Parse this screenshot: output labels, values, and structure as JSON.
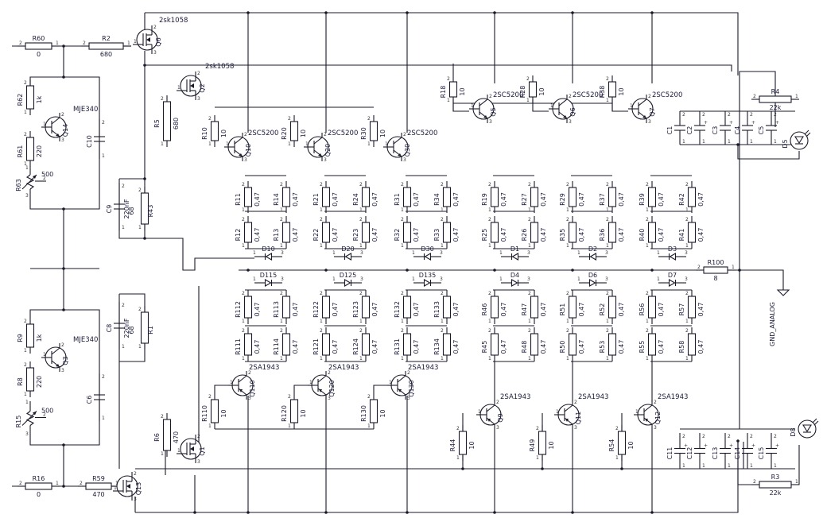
{
  "parts": {
    "R60": {
      "ref": "R60",
      "val": "0"
    },
    "R2": {
      "ref": "R2",
      "val": "680"
    },
    "Q6": {
      "ref": "Q6",
      "val": "2sk1058"
    },
    "Q2": {
      "ref": "Q2",
      "val": "2sk1058"
    },
    "R62": {
      "ref": "R62",
      "val": "1k"
    },
    "Q14": {
      "ref": "Q14",
      "val": "MJE340"
    },
    "R61": {
      "ref": "R61",
      "val": "220"
    },
    "C10": {
      "ref": "C10",
      "val": ""
    },
    "R63": {
      "ref": "R63",
      "val": "500"
    },
    "R5": {
      "ref": "R5",
      "val": "680"
    },
    "C9": {
      "ref": "C9",
      "val": "220nF"
    },
    "R43": {
      "ref": "R43",
      "val": "68"
    },
    "R9": {
      "ref": "R9",
      "val": "1k"
    },
    "Q3": {
      "ref": "Q3",
      "val": "MJE340"
    },
    "R8": {
      "ref": "R8",
      "val": "220"
    },
    "C6": {
      "ref": "C6",
      "val": ""
    },
    "R15": {
      "ref": "R15",
      "val": "500"
    },
    "C8": {
      "ref": "C8",
      "val": "220nF"
    },
    "R1": {
      "ref": "R1",
      "val": "68"
    },
    "R6": {
      "ref": "R6",
      "val": "470"
    },
    "Q1": {
      "ref": "Q1",
      "val": ""
    },
    "R16": {
      "ref": "R16",
      "val": "0"
    },
    "R59": {
      "ref": "R59",
      "val": "470"
    },
    "Q13": {
      "ref": "Q13",
      "val": ""
    },
    "R10": {
      "ref": "R10",
      "val": "10"
    },
    "Q10": {
      "ref": "Q10",
      "val": "2SC5200"
    },
    "R20": {
      "ref": "R20",
      "val": "10"
    },
    "Q20": {
      "ref": "Q20",
      "val": "2SC5200"
    },
    "R30": {
      "ref": "R30",
      "val": "10"
    },
    "Q30": {
      "ref": "Q30",
      "val": "2SC5200"
    },
    "R18": {
      "ref": "R18",
      "val": "10"
    },
    "Q5": {
      "ref": "Q5",
      "val": "2SC5200"
    },
    "R28": {
      "ref": "R28",
      "val": "10"
    },
    "Q6b": {
      "ref": "Q6",
      "val": "2SC5200"
    },
    "R38": {
      "ref": "R38",
      "val": "10"
    },
    "Q7": {
      "ref": "Q7",
      "val": "2SC5200"
    },
    "R4": {
      "ref": "R4",
      "val": "22k"
    },
    "C1": {
      "ref": "C1",
      "val": ""
    },
    "C2": {
      "ref": "C2",
      "val": ""
    },
    "C3": {
      "ref": "C3",
      "val": ""
    },
    "C4": {
      "ref": "C4",
      "val": ""
    },
    "C5": {
      "ref": "C5",
      "val": ""
    },
    "D5": {
      "ref": "D5",
      "val": ""
    },
    "R11": {
      "ref": "R11",
      "val": "0,47"
    },
    "R14": {
      "ref": "R14",
      "val": "0,47"
    },
    "R12": {
      "ref": "R12",
      "val": "0,47"
    },
    "R13": {
      "ref": "R13",
      "val": "0,47"
    },
    "R21": {
      "ref": "R21",
      "val": "0,47"
    },
    "R24": {
      "ref": "R24",
      "val": "0,47"
    },
    "R22": {
      "ref": "R22",
      "val": "0,47"
    },
    "R23": {
      "ref": "R23",
      "val": "0,47"
    },
    "R31": {
      "ref": "R31",
      "val": "0,47"
    },
    "R34": {
      "ref": "R34",
      "val": "0,47"
    },
    "R32": {
      "ref": "R32",
      "val": "0,47"
    },
    "R33": {
      "ref": "R33",
      "val": "0,47"
    },
    "R19": {
      "ref": "R19",
      "val": "0,47"
    },
    "R27": {
      "ref": "R27",
      "val": "0,47"
    },
    "R25": {
      "ref": "R25",
      "val": "0,47"
    },
    "R26": {
      "ref": "R26",
      "val": "0,47"
    },
    "R29": {
      "ref": "R29",
      "val": "0,47"
    },
    "R37": {
      "ref": "R37",
      "val": "0,47"
    },
    "R35": {
      "ref": "R35",
      "val": "0,47"
    },
    "R36": {
      "ref": "R36",
      "val": "0,47"
    },
    "R39": {
      "ref": "R39",
      "val": "0,47"
    },
    "R42": {
      "ref": "R42",
      "val": "0,47"
    },
    "R40": {
      "ref": "R40",
      "val": "0,47"
    },
    "R41": {
      "ref": "R41",
      "val": "0,47"
    },
    "D10": {
      "ref": "D10"
    },
    "D20": {
      "ref": "D20"
    },
    "D30": {
      "ref": "D30"
    },
    "D1": {
      "ref": "D1"
    },
    "D2": {
      "ref": "D2"
    },
    "D3": {
      "ref": "D3"
    },
    "R100": {
      "ref": "R100",
      "val": "8"
    },
    "GND": {
      "ref": "GND_ANALOG"
    },
    "D115": {
      "ref": "D115"
    },
    "D125": {
      "ref": "D125"
    },
    "D135": {
      "ref": "D135"
    },
    "D4": {
      "ref": "D4"
    },
    "D6": {
      "ref": "D6"
    },
    "D7": {
      "ref": "D7"
    },
    "R112": {
      "ref": "R112",
      "val": "0,47"
    },
    "R113": {
      "ref": "R113",
      "val": "0,47"
    },
    "R111": {
      "ref": "R111",
      "val": "0,47"
    },
    "R114": {
      "ref": "R114",
      "val": "0,47"
    },
    "R122": {
      "ref": "R122",
      "val": "0,47"
    },
    "R123": {
      "ref": "R123",
      "val": "0,47"
    },
    "R121": {
      "ref": "R121",
      "val": "0,47"
    },
    "R124": {
      "ref": "R124",
      "val": "0,47"
    },
    "R132": {
      "ref": "R132",
      "val": "0,47"
    },
    "R133": {
      "ref": "R133",
      "val": "0,47"
    },
    "R131": {
      "ref": "R131",
      "val": "0,47"
    },
    "R134": {
      "ref": "R134",
      "val": "0,47"
    },
    "R46": {
      "ref": "R46",
      "val": "0,47"
    },
    "R47": {
      "ref": "R47",
      "val": "0,47"
    },
    "R45": {
      "ref": "R45",
      "val": "0,47"
    },
    "R48": {
      "ref": "R48",
      "val": "0,47"
    },
    "R51": {
      "ref": "R51",
      "val": "0,47"
    },
    "R52": {
      "ref": "R52",
      "val": "0,47"
    },
    "R50": {
      "ref": "R50",
      "val": "0,47"
    },
    "R53": {
      "ref": "R53",
      "val": "0,47"
    },
    "R56": {
      "ref": "R56",
      "val": "0,47"
    },
    "R57": {
      "ref": "R57",
      "val": "0,47"
    },
    "R55": {
      "ref": "R55",
      "val": "0,47"
    },
    "R58": {
      "ref": "R58",
      "val": "0,47"
    },
    "Q110": {
      "ref": "Q110",
      "val": "2SA1943"
    },
    "Q120": {
      "ref": "Q120",
      "val": "2SA1943"
    },
    "Q130": {
      "ref": "Q130",
      "val": "2SA1943"
    },
    "R110": {
      "ref": "R110",
      "val": "10"
    },
    "R120": {
      "ref": "R120",
      "val": "10"
    },
    "R130": {
      "ref": "R130",
      "val": "10"
    },
    "Q9": {
      "ref": "Q9",
      "val": "2SA1943"
    },
    "Q11": {
      "ref": "Q11",
      "val": "2SA1943"
    },
    "Q12": {
      "ref": "Q12",
      "val": "2SA1943"
    },
    "R44": {
      "ref": "R44",
      "val": "10"
    },
    "R49": {
      "ref": "R49",
      "val": "10"
    },
    "R54": {
      "ref": "R54",
      "val": "10"
    },
    "C11": {
      "ref": "C11"
    },
    "C12": {
      "ref": "C12"
    },
    "C13": {
      "ref": "C13"
    },
    "C14": {
      "ref": "C14"
    },
    "C15": {
      "ref": "C15"
    },
    "D8": {
      "ref": "D8"
    },
    "R3": {
      "ref": "R3",
      "val": "22k"
    }
  }
}
